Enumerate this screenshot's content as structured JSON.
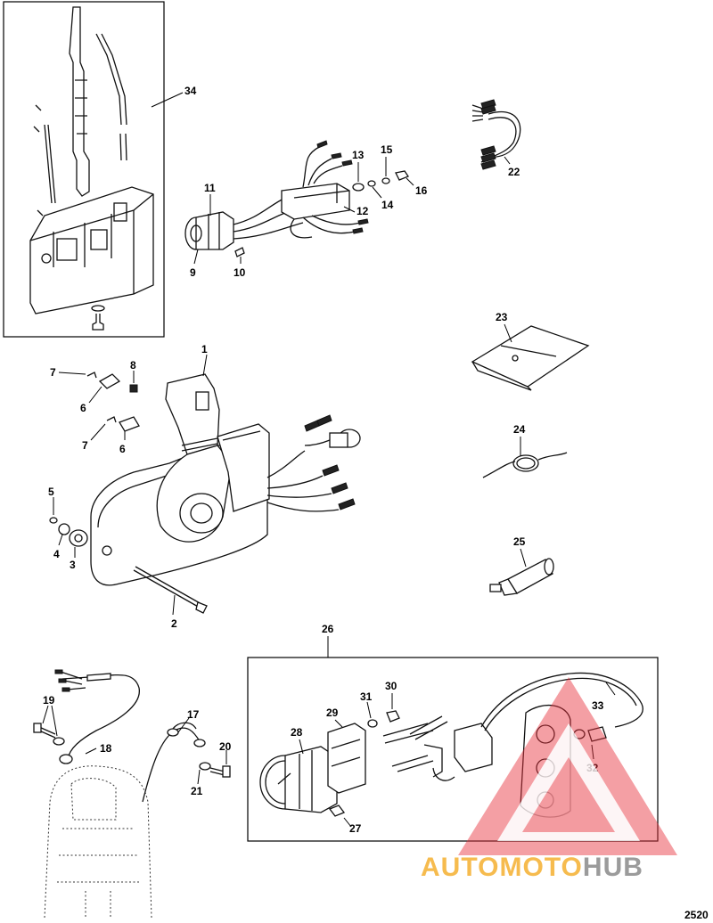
{
  "diagram": {
    "callouts": [
      "1",
      "2",
      "3",
      "4",
      "5",
      "6",
      "6",
      "7",
      "7",
      "8",
      "9",
      "10",
      "11",
      "12",
      "13",
      "14",
      "15",
      "16",
      "17",
      "18",
      "19",
      "20",
      "21",
      "22",
      "23",
      "24",
      "25",
      "26",
      "27",
      "28",
      "29",
      "30",
      "31",
      "32",
      "33",
      "34"
    ],
    "figure_number": "2520"
  },
  "watermark": {
    "text_auto": "AUTO",
    "text_moto": "MOTO",
    "text_hub": "HUB",
    "colors": {
      "triangle": "#e8323c",
      "auto": "#f5b030",
      "hub": "#8a8a8a"
    }
  }
}
